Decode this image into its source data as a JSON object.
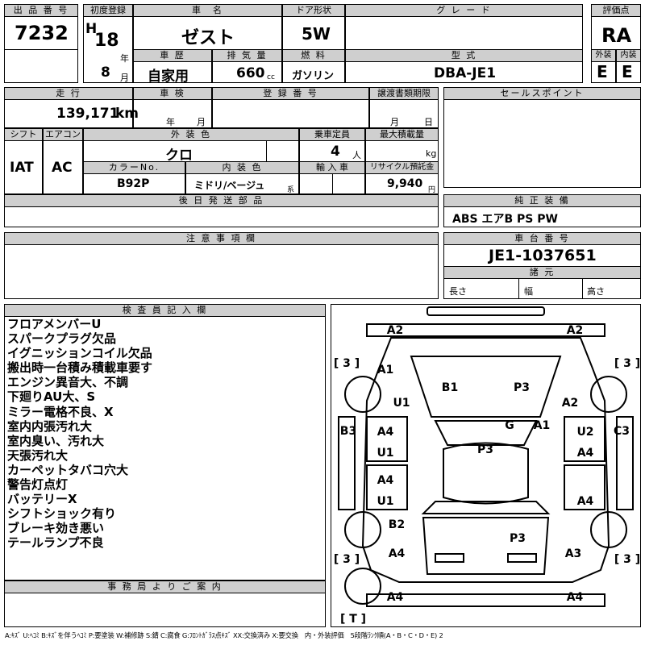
{
  "headers": {
    "lot_no": "出 品 番 号",
    "first_reg": "初度登録",
    "car_name": "車　名",
    "door": "ドア形状",
    "grade": "グ レ ー ド",
    "score": "評価点",
    "history": "車 歴",
    "displacement": "排 気 量",
    "fuel": "燃 料",
    "model": "型 式",
    "exterior": "外装",
    "interior": "内装",
    "mileage": "走 行",
    "inspection": "車 検",
    "reg_no": "登 録 番 号",
    "transfer": "譲渡書類期限",
    "sales_point": "セールスポイント",
    "shift": "シフト",
    "aircon": "エアコン",
    "ext_color": "外 装 色",
    "capacity": "乗車定員",
    "max_load": "最大積載量",
    "color_no": "カラーNo.",
    "int_color": "内 装 色",
    "import": "輸 入 車",
    "recycle": "リサイクル預託金",
    "parts": "後 日 発 送 部 品",
    "equipment": "純 正 装 備",
    "notes": "注 意 事 項 欄",
    "chassis": "車 台 番 号",
    "specs": "諸 元",
    "inspector": "検 査 員 記 入 欄",
    "office": "事 務 局 よ り ご 案 内"
  },
  "values": {
    "lot_no": "7232",
    "era": "H",
    "year": "18",
    "year_unit": "年",
    "month": "8",
    "month_unit": "月",
    "car_name": "ゼスト",
    "door": "5W",
    "score": "RA",
    "history": "自家用",
    "displacement": "660",
    "displacement_unit": "cc",
    "fuel": "ガソリン",
    "model": "DBA-JE1",
    "exterior": "E",
    "interior": "E",
    "mileage": "139,171",
    "mileage_unit": "km",
    "insp_year": "年",
    "insp_month": "月",
    "transfer_month": "月",
    "transfer_day": "日",
    "shift": "IAT",
    "aircon": "AC",
    "ext_color": "クロ",
    "capacity": "4",
    "capacity_unit": "人",
    "max_load_unit": "kg",
    "color_no": "B92P",
    "int_color": "ミドリ/ベージュ",
    "int_color_suffix": "系",
    "recycle": "9,940",
    "recycle_unit": "円",
    "equipment": "ABS エアB PS PW",
    "chassis": "JE1-1037651",
    "length": "長さ",
    "width": "幅",
    "height": "高さ"
  },
  "inspector_notes": [
    "フロアメンバーU",
    "スパークプラグ欠品",
    "イグニッションコイル欠品",
    "搬出時一台積み積載車要す",
    "エンジン異音大、不調",
    "下廻りAU大、S",
    "ミラー電格不良、X",
    "室内内張汚れ大",
    "室内臭い、汚れ大",
    "天張汚れ大",
    "カーペットタバコ穴大",
    "警告灯点灯",
    "バッテリーX",
    "シフトショック有り",
    "ブレーキ効き悪い",
    "テールランプ不良"
  ],
  "diagram_marks": [
    {
      "id": "front-left-a2",
      "text": "A2"
    },
    {
      "id": "front-right-a2",
      "text": "A2"
    },
    {
      "id": "tire-fl",
      "text": "[ 3 ]"
    },
    {
      "id": "tire-fr",
      "text": "[ 3 ]"
    },
    {
      "id": "fender-fl-a1",
      "text": "A1"
    },
    {
      "id": "fender-fl-u1",
      "text": "U1"
    },
    {
      "id": "hood-b1",
      "text": "B1"
    },
    {
      "id": "hood-p3",
      "text": "P3"
    },
    {
      "id": "fender-fr-a2",
      "text": "A2"
    },
    {
      "id": "glass-g",
      "text": "G"
    },
    {
      "id": "pillar-a1",
      "text": "A1"
    },
    {
      "id": "side-left-b3",
      "text": "B3"
    },
    {
      "id": "side-right-c3",
      "text": "C3"
    },
    {
      "id": "door-fl-a4",
      "text": "A4"
    },
    {
      "id": "door-fl-u1",
      "text": "U1"
    },
    {
      "id": "door-fr-u2",
      "text": "U2"
    },
    {
      "id": "door-fr-a4",
      "text": "A4"
    },
    {
      "id": "roof-p3",
      "text": "P3"
    },
    {
      "id": "door-rl-a4",
      "text": "A4"
    },
    {
      "id": "door-rl-u1",
      "text": "U1"
    },
    {
      "id": "door-rr-a4",
      "text": "A4"
    },
    {
      "id": "quarter-rl-b2",
      "text": "B2"
    },
    {
      "id": "tailgate-p3",
      "text": "P3"
    },
    {
      "id": "quarter-rl-a4",
      "text": "A4"
    },
    {
      "id": "quarter-rr-a3",
      "text": "A3"
    },
    {
      "id": "tire-rl",
      "text": "[ 3 ]"
    },
    {
      "id": "tire-rr",
      "text": "[ 3 ]"
    },
    {
      "id": "bumper-rl-a4",
      "text": "A4"
    },
    {
      "id": "bumper-rr-a4",
      "text": "A4"
    },
    {
      "id": "spare-tire",
      "text": "[ T ]"
    }
  ],
  "legend": "A:ｷｽﾞ U:ﾍｺﾐ B:ｷｽﾞを伴うﾍｺﾐ P:要塗装 W:補修跡 S:錆 C:腐食 G:ﾌﾛﾝﾄｶﾞﾗｽ点ｷｽﾞ XX:交換済み X:要交換　内・外装評価　5段階ﾗﾝｸ順(A・B・C・D・E) 2"
}
